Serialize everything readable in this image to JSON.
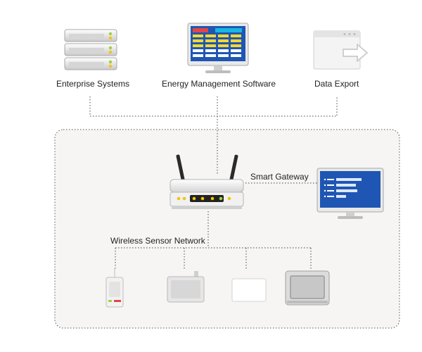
{
  "labels": {
    "enterprise": "Enterprise Systems",
    "ems": "Energy Management Software",
    "export": "Data Export",
    "gateway": "Smart Gateway",
    "wsn": "Wireless Sensor Network"
  },
  "colors": {
    "zone_bg": "#f7f5f4",
    "dotted": "#444444",
    "monitor_blue": "#1f56b3",
    "accent_red": "#e24545",
    "accent_cyan": "#19b6e0",
    "accent_yellow": "#f6d830",
    "led_yellow": "#f5c400"
  },
  "icons": {
    "enterprise": "server-rack-icon",
    "ems": "monitor-dashboard-icon",
    "export": "window-export-icon",
    "gateway": "wifi-router-icon",
    "display": "monitor-bars-icon",
    "sensors": [
      "slim-sensor-icon",
      "box-sensor-icon",
      "flat-sensor-icon",
      "thermostat-panel-icon"
    ]
  }
}
